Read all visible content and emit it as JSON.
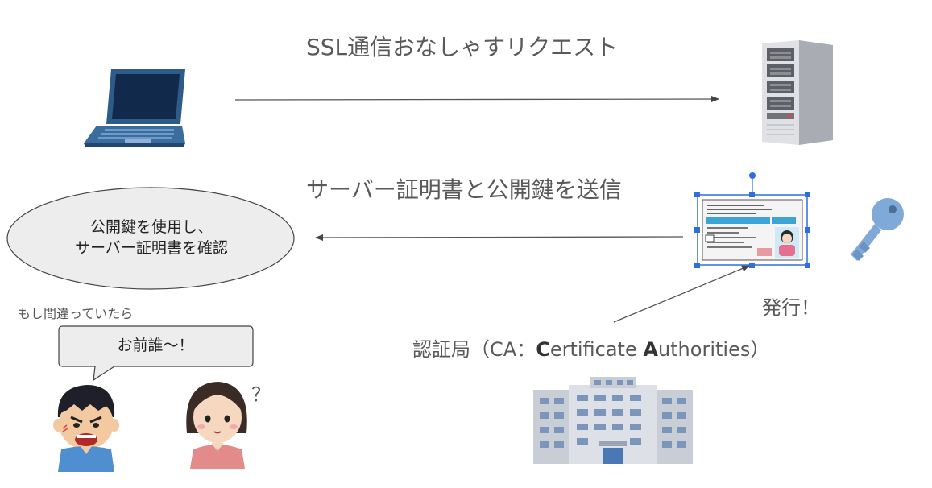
{
  "labels": {
    "request": "SSL通信おなしゃすリクエスト",
    "send_cert": "サーバー証明書と公開鍵を送信",
    "issue": "発行！",
    "ca_prefix": "認証局（CA：",
    "ca_c": "C",
    "ca_mid": "ertificate ",
    "ca_a": "A",
    "ca_suffix": "uthorities）",
    "if_wrong": "もし間違っていたら",
    "question_mark": "？"
  },
  "ellipse": {
    "line1": "公開鍵を使用し、",
    "line2": "サーバー証明書を確認"
  },
  "speech": {
    "text": "お前誰～！"
  },
  "icons": {
    "laptop": "laptop-icon",
    "server": "server-tower-icon",
    "certificate": "id-certificate-icon",
    "key": "key-icon",
    "building": "office-building-icon",
    "angry_man": "angry-man-icon",
    "confused_woman": "confused-woman-icon"
  },
  "colors": {
    "laptop": "#2e5b87",
    "key": "#7fa9d6",
    "building": "#c9ced6",
    "selection": "#2f6fdb"
  }
}
